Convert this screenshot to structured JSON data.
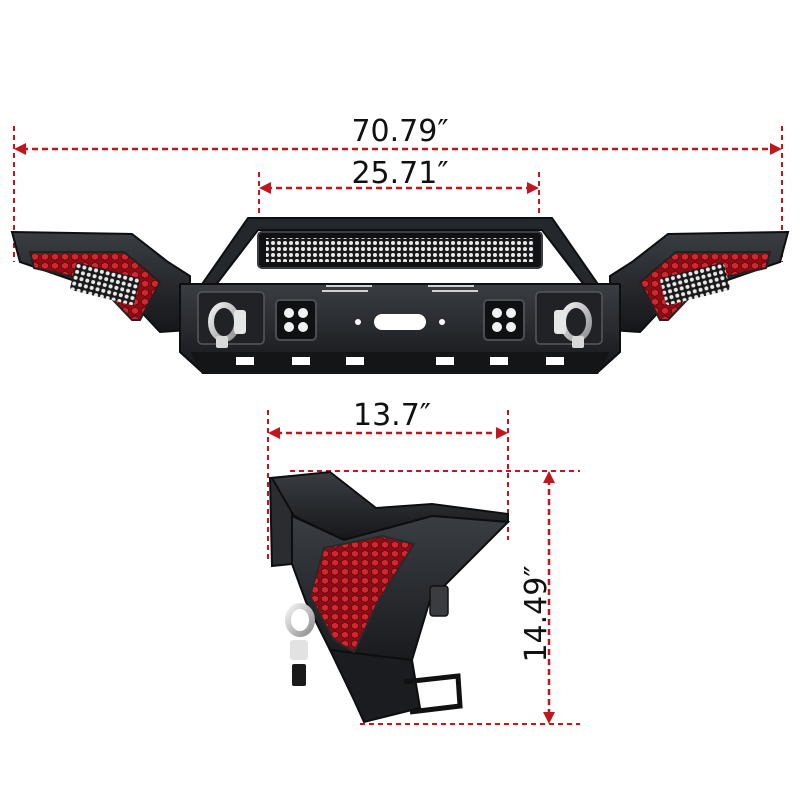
{
  "dimensions": {
    "overall_width": "70.79″",
    "light_bar_width": "25.71″",
    "side_depth": "13.7″",
    "side_height": "14.49″"
  },
  "colors": {
    "dimension_line": "#c0171e",
    "bumper_body": "#1d1f22",
    "bumper_edge": "#33363a",
    "mesh_red": "#b3121c",
    "background": "#ffffff"
  },
  "icons": [
    "d-ring-shackle-icon",
    "led-pod-icon",
    "led-light-bar-icon",
    "winch-slot-icon"
  ]
}
